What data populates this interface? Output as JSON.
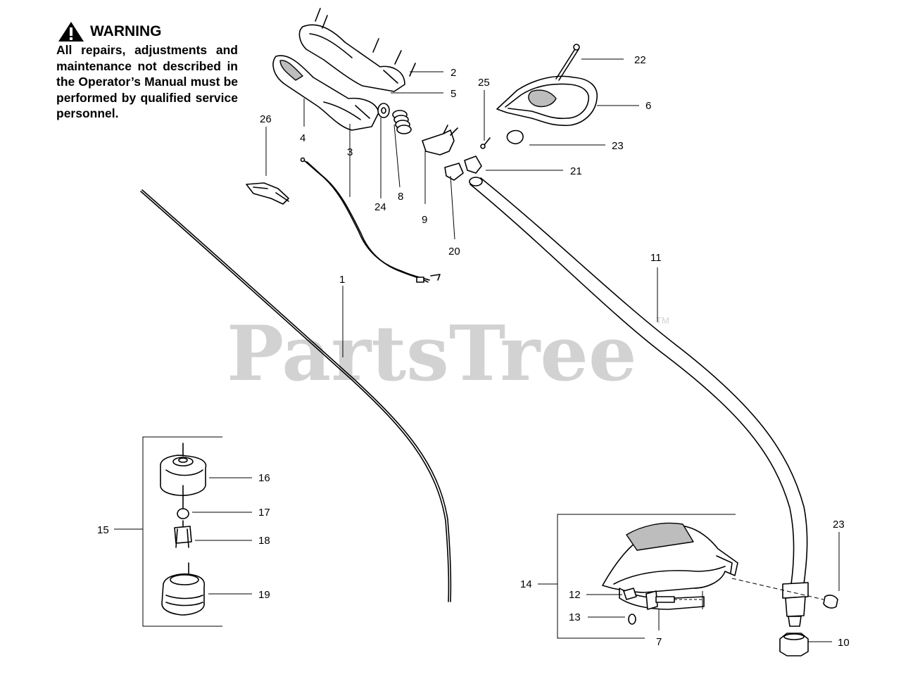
{
  "warning": {
    "title": "WARNING",
    "body": "All repairs, adjustments and maintenance not described in the Operator’s Manual must be performed by qualified service personnel."
  },
  "watermark": {
    "text": "PartsTree",
    "tm": "TM"
  },
  "callouts": [
    "1",
    "2",
    "3",
    "4",
    "5",
    "6",
    "7",
    "8",
    "9",
    "10",
    "11",
    "12",
    "13",
    "14",
    "15",
    "16",
    "17",
    "18",
    "19",
    "20",
    "21",
    "22",
    "23",
    "24",
    "25",
    "26",
    "23"
  ],
  "icons": {
    "warning": "warning-triangle-icon"
  }
}
